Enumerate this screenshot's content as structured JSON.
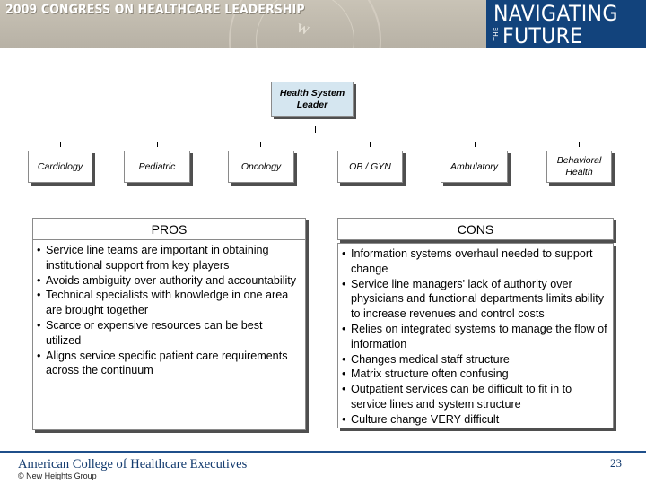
{
  "banner": {
    "title": "2009 CONGRESS ON HEALTHCARE LEADERSHIP",
    "navigating": "NAVIGATING",
    "the": "THE",
    "future": "FUTURE"
  },
  "org_chart": {
    "leader": [
      "Health System",
      "Leader"
    ],
    "service_lines": [
      [
        "Cardiology"
      ],
      [
        "Pediatric"
      ],
      [
        "Oncology"
      ],
      [
        "OB / GYN"
      ],
      [
        "Ambulatory"
      ],
      [
        "Behavioral",
        "Health"
      ]
    ]
  },
  "pros": {
    "heading": "PROS",
    "items": [
      "Service line teams are important in obtaining institutional support from key players",
      "Avoids ambiguity over authority and accountability",
      "Technical specialists with knowledge in one area are brought together",
      "Scarce or expensive resources can be best utilized",
      "Aligns service specific patient care requirements across the continuum"
    ]
  },
  "cons": {
    "heading": "CONS",
    "items": [
      "Information systems overhaul needed to support change",
      "Service line managers' lack of authority over physicians and functional departments limits ability to increase revenues and control costs",
      "Relies on integrated systems to manage the flow of information",
      "Changes medical staff structure",
      "Matrix structure often confusing",
      "Outpatient services can be difficult to fit in to service lines and system structure",
      "Culture change VERY difficult"
    ]
  },
  "footer": {
    "organization": "American College of Healthcare Executives",
    "copyright": "© New Heights Group",
    "page_number": "23"
  },
  "colors": {
    "leader_fill": "#d5e6f0",
    "nav_block": "#12437c",
    "footer_text": "#123a6e"
  }
}
